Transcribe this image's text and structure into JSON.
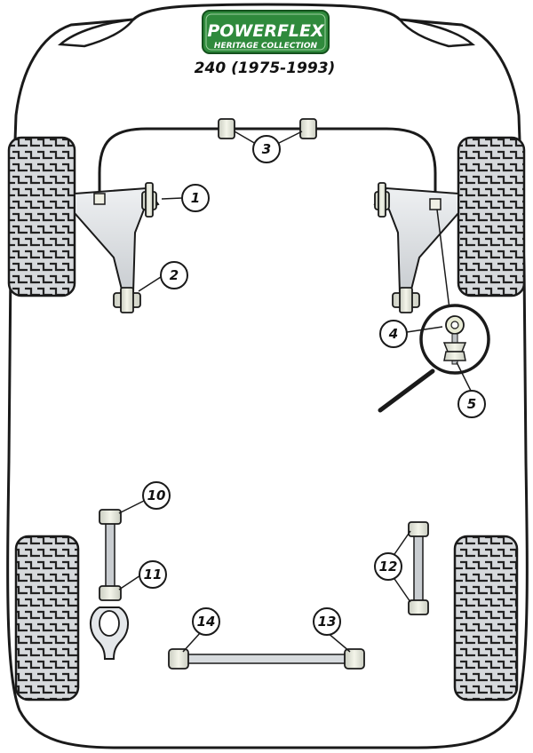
{
  "brand": {
    "name": "POWERFLEX",
    "subtitle": "HERITAGE COLLECTION",
    "accent": "#2f8a3c",
    "accent_dark": "#14511d"
  },
  "model": "240 (1975-1993)",
  "callouts": [
    {
      "id": "1",
      "label": "1"
    },
    {
      "id": "2",
      "label": "2"
    },
    {
      "id": "3",
      "label": "3"
    },
    {
      "id": "4",
      "label": "4"
    },
    {
      "id": "5",
      "label": "5"
    },
    {
      "id": "10",
      "label": "10"
    },
    {
      "id": "11",
      "label": "11"
    },
    {
      "id": "12",
      "label": "12"
    },
    {
      "id": "13",
      "label": "13"
    },
    {
      "id": "14",
      "label": "14"
    }
  ],
  "colors": {
    "outline": "#1a1a1a",
    "tyre": "#cfd3d6",
    "tyre_tread": "#2a2a2a",
    "arm": "#dfe3e6",
    "bush": "#e9ecd6"
  }
}
